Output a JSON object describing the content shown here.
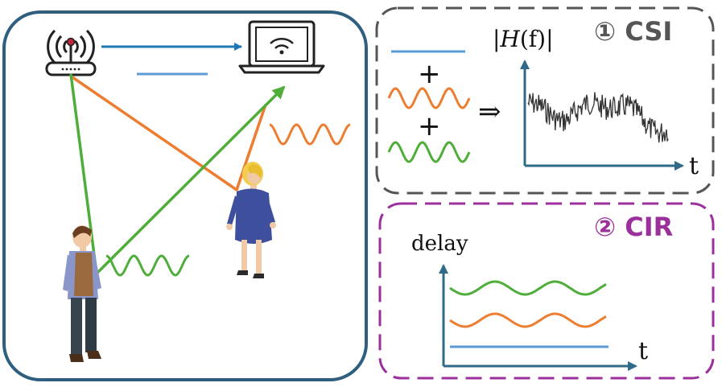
{
  "scene": {
    "colors": {
      "frame": "#2f5f7f",
      "los_arrow": "#1f77b4",
      "los_line": "#5b9bd5",
      "orange": "#ed7d31",
      "green": "#4fae3a",
      "csi_border": "#555555",
      "cir_border": "#9b2f9b",
      "axis": "#2f6b88",
      "trace": "#333333"
    },
    "icons": {
      "router": "wifi-router-icon",
      "laptop": "laptop-wifi-icon",
      "man": "standing-man-figure",
      "woman": "standing-woman-figure"
    }
  },
  "csi": {
    "title": "① CSI",
    "plus1": "+",
    "plus2": "+",
    "implies": "⇒",
    "ylabel": "|𝐻(f)|",
    "xlabel": "t"
  },
  "cir": {
    "title": "② CIR",
    "ylabel": "delay",
    "xlabel": "t"
  }
}
